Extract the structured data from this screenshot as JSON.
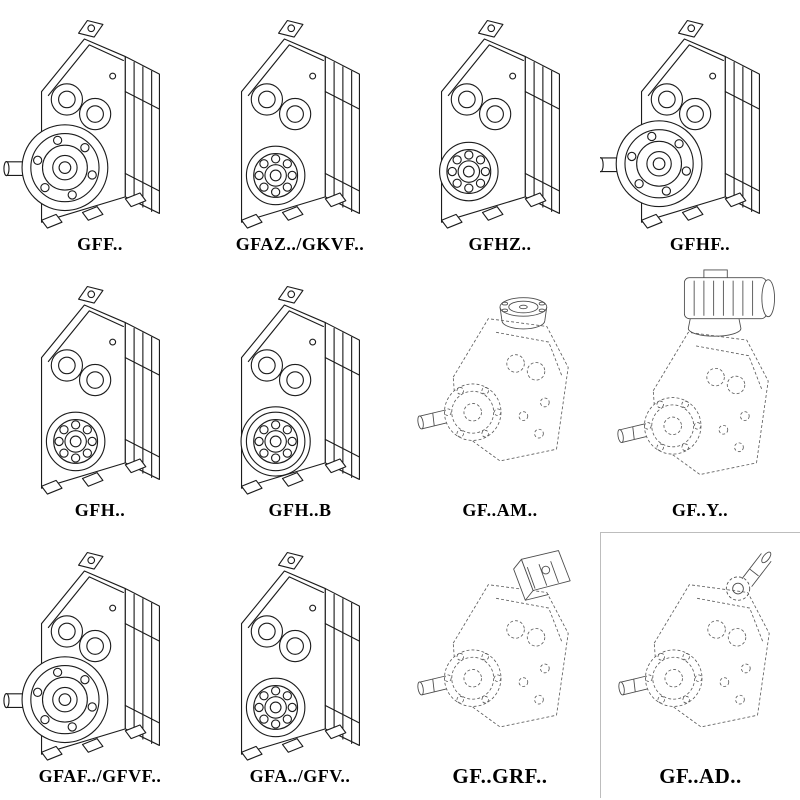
{
  "page": {
    "background": "#ffffff",
    "line_color": "#1c1c1c",
    "phantom_line_color": "#5b5b5b",
    "description": "Catalog sheet of parallel shaft helical gearbox mounting variants, isometric technical line drawings"
  },
  "cells": [
    {
      "label": "GFF..",
      "drawing": "gearbox-output-flange",
      "line_style": "solid"
    },
    {
      "label": "GFAZ../GKVF..",
      "drawing": "gearbox-shaft-bearing",
      "line_style": "solid"
    },
    {
      "label": "GFHZ..",
      "drawing": "gearbox-hollow-shaft",
      "line_style": "solid"
    },
    {
      "label": "GFHF..",
      "drawing": "gearbox-hollow-flange",
      "line_style": "solid"
    },
    {
      "label": "GFH..",
      "drawing": "gearbox-shaft-bearing",
      "line_style": "solid"
    },
    {
      "label": "GFH..B",
      "drawing": "gearbox-shaft-bearing-b",
      "line_style": "solid"
    },
    {
      "label": "GF..AM..",
      "drawing": "gearbox-input-flange",
      "line_style": "phantom"
    },
    {
      "label": "GF..Y..",
      "drawing": "gearbox-with-motor",
      "line_style": "phantom"
    },
    {
      "label": "GFAF../GFVF..",
      "drawing": "gearbox-output-flange",
      "line_style": "solid"
    },
    {
      "label": "GFA../GFV..",
      "drawing": "gearbox-shaft-bearing",
      "line_style": "solid"
    },
    {
      "label": "GF..GRF..",
      "drawing": "gearbox-input-adapter",
      "line_style": "phantom"
    },
    {
      "label": "GF..AD..",
      "drawing": "gearbox-input-shaft",
      "line_style": "phantom"
    }
  ]
}
